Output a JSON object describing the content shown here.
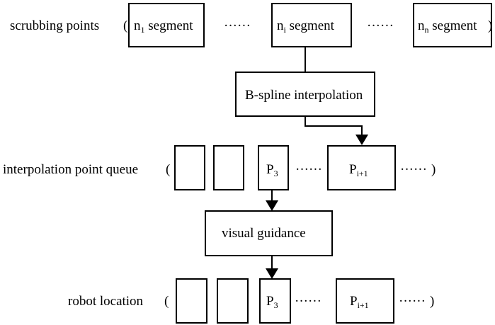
{
  "rows": {
    "scrubbing": {
      "label": "scrubbing points",
      "open_paren": "(",
      "close_paren": ")",
      "dots_1": "······",
      "dots_2": "······",
      "segments": [
        {
          "main": "n",
          "sub": "1",
          "suffix": " segment"
        },
        {
          "main": "n",
          "sub": "i",
          "suffix": " segment"
        },
        {
          "main": "n",
          "sub": "n",
          "suffix": " segment"
        }
      ]
    },
    "queue": {
      "label": "interpolation point queue",
      "open_paren": "(",
      "close_paren": ")",
      "p3": {
        "main": "P",
        "sub": "3"
      },
      "pi": {
        "main": "P",
        "sub": "i+1"
      },
      "dots_1": "······",
      "dots_2": "······"
    },
    "robot": {
      "label": "robot location",
      "open_paren": "(",
      "close_paren": ")",
      "p3": {
        "main": "P",
        "sub": "3"
      },
      "pi": {
        "main": "P",
        "sub": "i+1"
      },
      "dots_1": "······",
      "dots_2": "······"
    }
  },
  "process": {
    "bspline": "B-spline interpolation",
    "visual": "visual guidance"
  }
}
